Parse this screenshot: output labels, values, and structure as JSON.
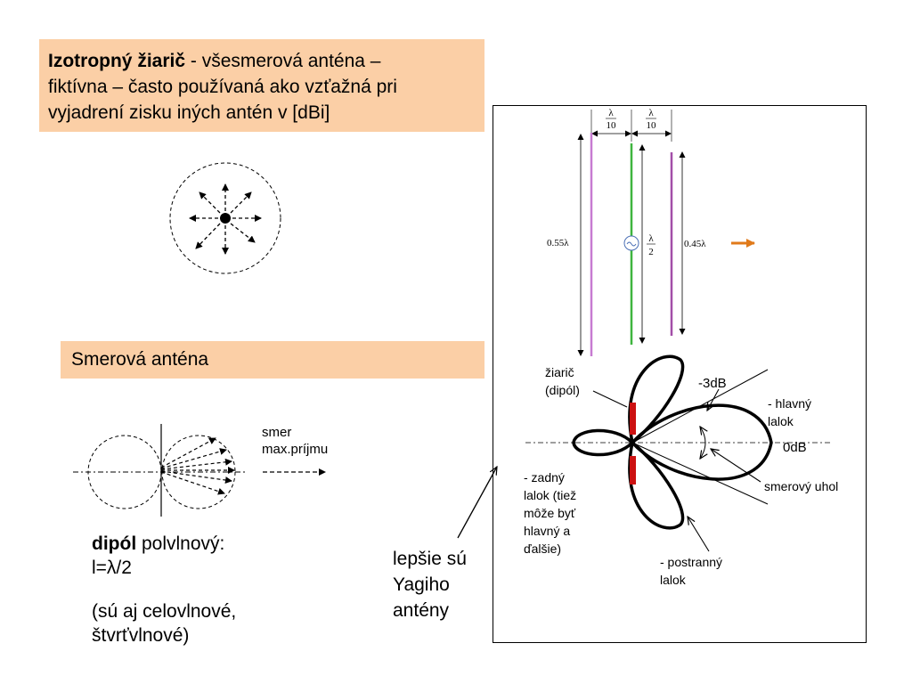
{
  "iso_box": {
    "title_bold": "Izotropný žiarič",
    "line1_rest": " - všesmerová anténa –",
    "line2": "fiktívna – často používaná ako vzťažná pri",
    "line3": "vyjadrení zisku iných antén v [dBi]"
  },
  "dir_box": {
    "label": "Smerová anténa"
  },
  "dipole": {
    "title_bold": "dipól",
    "title_rest": " polvlnový:",
    "formula": "l=λ/2",
    "note_line1": "(sú aj celovlnové,",
    "note_line2": "štvrťvlnové)"
  },
  "max_direction": {
    "line1": "smer",
    "line2": "max.príjmu"
  },
  "yagi_note": {
    "line1": "lepšie sú",
    "line2": "Yagiho",
    "line3": "antény"
  },
  "yagi_dims": {
    "lambda": "λ",
    "den10": "10",
    "den2": "2",
    "reflector_len": "0.55λ",
    "director_len": "0.45λ"
  },
  "pattern_labels": {
    "radiator_line1": "žiarič",
    "radiator_line2": "(dipól)",
    "minus3db": "-3dB",
    "main_lobe_line1": "- hlavný",
    "main_lobe_line2": "lalok",
    "zero_db": "0dB",
    "beam_angle": "smerový uhol",
    "back_lobe_line1": "- zadný",
    "back_lobe_line2": "lalok (tiež",
    "back_lobe_line3": "môže byť",
    "back_lobe_line4": "hlavný a",
    "back_lobe_line5": "ďalšie)",
    "side_lobe_line1": "- postranný",
    "side_lobe_line2": "lalok"
  },
  "colors": {
    "box_fill": "#fbcfa6",
    "reflector": "#c77bd1",
    "driven": "#3fb53f",
    "director": "#a24ea8",
    "arrow": "#e07a1a",
    "dipole_marker": "#cc1111"
  }
}
